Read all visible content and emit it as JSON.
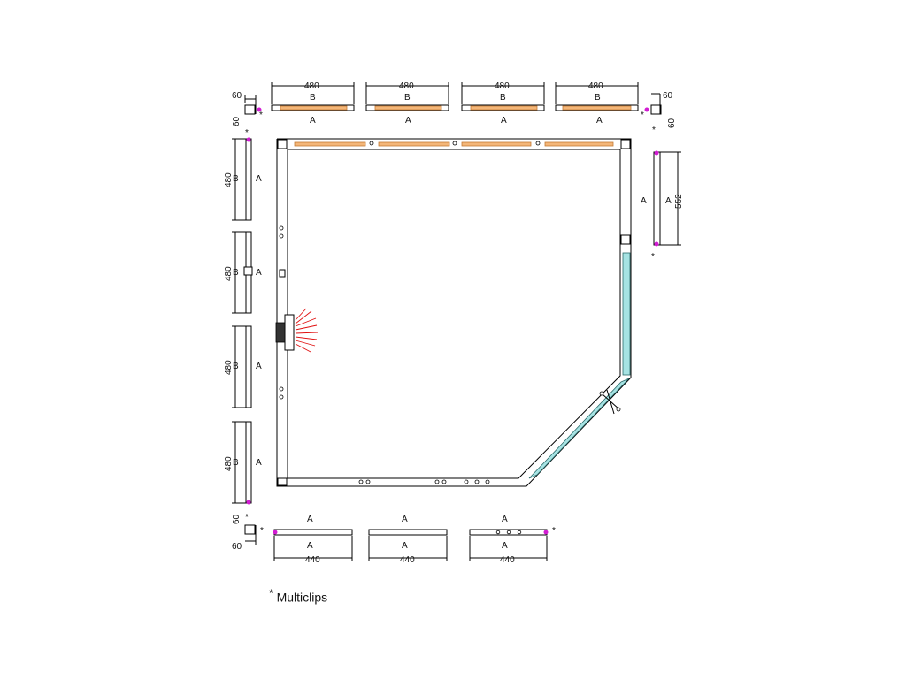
{
  "dims": {
    "d480": "480",
    "d440": "440",
    "d60": "60",
    "d552": "552"
  },
  "labels": {
    "a": "A",
    "b": "B",
    "star": "*"
  },
  "legend": {
    "star": "*",
    "text": "Multiclips"
  },
  "colors": {
    "wood": "#f4b678",
    "glass": "#a6e3e3",
    "clip": "#d21cd2",
    "heater_rays": "#e01010"
  }
}
